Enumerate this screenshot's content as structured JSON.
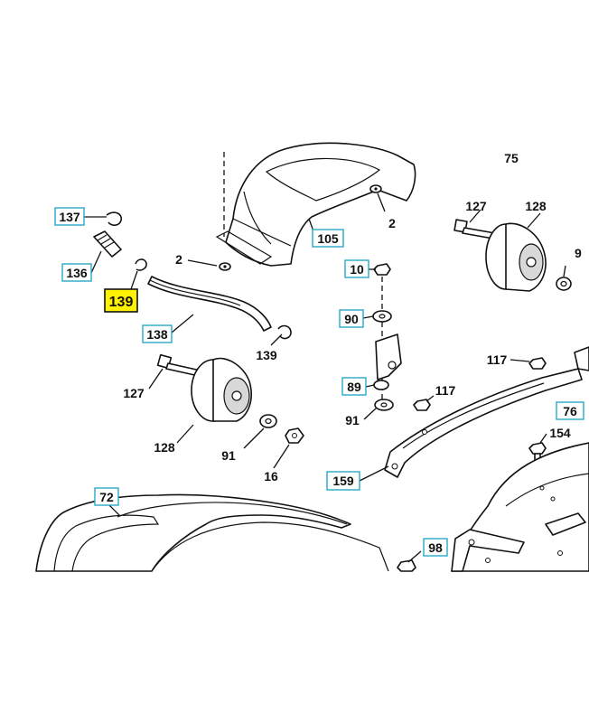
{
  "callouts": {
    "p137": "137",
    "p136": "136",
    "p139_highlight": "139",
    "p2_left": "2",
    "p138": "138",
    "p139_right": "139",
    "p127_left": "127",
    "p128_left": "128",
    "p91_left": "91",
    "p16": "16",
    "p72": "72",
    "p105": "105",
    "p2_top": "2",
    "p10": "10",
    "p90": "90",
    "p89": "89",
    "p91_right": "91",
    "p117_a": "117",
    "p117_b": "117",
    "p159": "159",
    "p98": "98",
    "p75": "75",
    "p127_right": "127",
    "p128_right": "128",
    "p9": "9",
    "p76": "76",
    "p154": "154"
  },
  "colors": {
    "highlight": "#fff200",
    "label_box_border": "#2aa7c9",
    "line": "#111111",
    "background": "#ffffff"
  }
}
